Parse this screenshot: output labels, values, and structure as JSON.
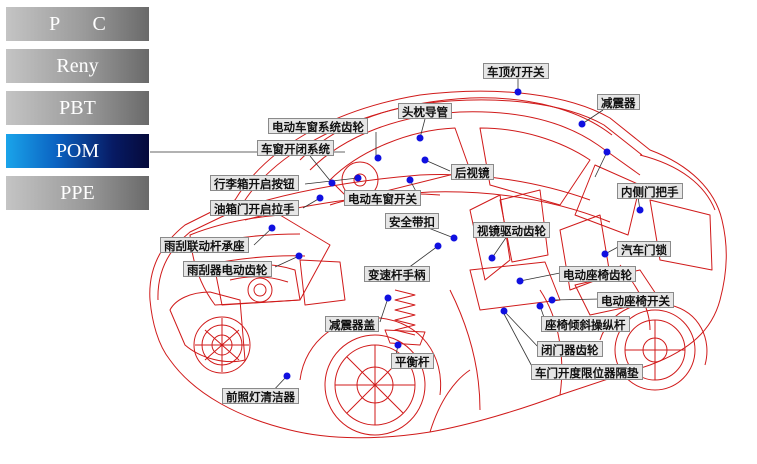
{
  "materials": [
    {
      "label": "P C",
      "active": false
    },
    {
      "label": "Reny",
      "active": false
    },
    {
      "label": "PBT",
      "active": false
    },
    {
      "label": "POM",
      "active": true
    },
    {
      "label": "PPE",
      "active": false
    }
  ],
  "parts": {
    "roof_light_switch": "车顶灯开关",
    "shock_absorber_top": "减震器",
    "headrest_guide": "头枕导管",
    "window_system_gear": "电动车窗系统齿轮",
    "window_system": "车窗开闭系统",
    "rear_view_mirror": "后视镜",
    "trunk_button": "行李箱开启按钮",
    "power_window_switch": "电动车窗开关",
    "inner_door_handle": "内侧门把手",
    "fuel_door_handle": "油箱门开启拉手",
    "seat_belt_buckle": "安全带扣",
    "mirror_drive_gear": "视镜驱动齿轮",
    "wiper_bearing": "雨刮联动杆承座",
    "door_lock": "汽车门锁",
    "wiper_motor_gear": "雨刮器电动齿轮",
    "shift_knob": "变速杆手柄",
    "power_seat_gear": "电动座椅齿轮",
    "power_seat_switch": "电动座椅开关",
    "shock_cover": "减震器盖",
    "seat_recline_lever": "座椅倾斜操纵杆",
    "door_closer_gear": "闭门器齿轮",
    "stabilizer_bar": "平衡杆",
    "door_check_bushing": "车门开度限位器隔垫",
    "headlamp_washer": "前照灯清洁器"
  },
  "colors": {
    "car_outline": "#d01a1a",
    "dot": "#1010e0",
    "leader": "#333333"
  }
}
